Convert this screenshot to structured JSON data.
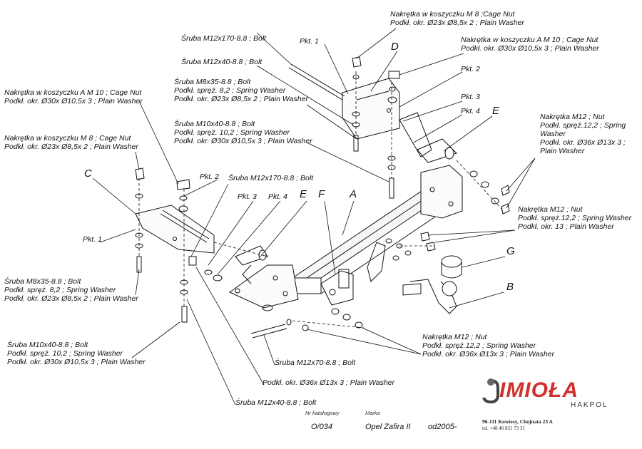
{
  "labels": {
    "cage_nut_m8_top": [
      "Nakrętka  w koszyczku M 8 ;Cage Nut",
      "Podkł. okr.  Ø23x Ø8,5x 2 ; Plain Washer"
    ],
    "cage_nut_m10_right": [
      "Nakrętka  w koszyczku A M 10 ; Cage Nut",
      "Podkł. okr.  Ø30x Ø10,5x 3 ; Plain Washer"
    ],
    "bolt_m12x170_top": [
      "Śruba M12x170-8.8 ;  Bolt"
    ],
    "bolt_m12x40_top": [
      "Śruba M12x40-8.8 ;  Bolt"
    ],
    "bolt_m8x35_top": [
      "Śruba M8x35-8.8 ;  Bolt",
      "Podkł. spręż. 8,2 ; Spring Washer",
      "Podkł. okr.  Ø23x Ø8,5x 2 ; Plain Washer"
    ],
    "bolt_m10x40_top": [
      "Śruba M10x40-8.8 ;  Bolt",
      "Podkł. spręż. 10,2 ; Spring Washer",
      "Podkł. okr.  Ø30x Ø10,5x 3 ; Plain Washer"
    ],
    "cage_nut_m10_left": [
      "Nakrętka  w koszyczku A M 10 ; Cage Nut",
      "Podkł. okr.  Ø30x Ø10,5x 3 ; Plain Washer"
    ],
    "cage_nut_m8_left": [
      "Nakrętka  w koszyczku M 8 ; Cage Nut",
      "Podkł. okr.  Ø23x Ø8,5x 2 ; Plain Washer"
    ],
    "nut_m12_right_top": [
      "Nakrętka  M12 ; Nut",
      "Podkł. spręż.12,2 ; Spring",
      "Washer",
      "Podkł. okr.  Ø36x Ø13x 3 ;",
      "Plain Washer"
    ],
    "nut_m12_right_mid": [
      "Nakrętka  M12 ; Nut",
      "Podkł. spręż.12,2 ; Spring Washer",
      "Podkł. okr. 13 ; Plain Washer"
    ],
    "bolt_m8x35_left": [
      "Śruba M8x35-8.8 ;  Bolt",
      "Podkł. spręż. 8,2 ; Spring Washer",
      "Podkł. okr.  Ø23x Ø8,5x 2 ; Plain Washer"
    ],
    "bolt_m10x40_left": [
      "Śruba M10x40-8.8 ;  Bolt",
      "Podkł. spręż. 10,2 ; Spring Washer",
      "Podkł. okr.  Ø30x Ø10,5x 3 ; Plain Washer"
    ],
    "nut_m12_bottom": [
      "Nakrętka  M12 ; Nut",
      "Podkł. spręż.12,2 ; Spring Washer",
      "Podkł. okr.  Ø36x Ø13x 3 ; Plain Washer"
    ],
    "bolt_m12x70": [
      "Śruba M12x70-8.8 ;  Bolt"
    ],
    "washer_36": [
      "Podkł. okr.  Ø36x Ø13x 3 ; Plain Washer"
    ],
    "bolt_m12x40_bottom": [
      "Śruba M12x40-8.8 ;  Bolt"
    ],
    "bolt_m12x170_left": [
      "Śruba M12x170-8.8 ;  Bolt"
    ]
  },
  "pkt": {
    "pkt1_top": "Pkt. 1",
    "pkt2_top": "Pkt. 2",
    "pkt3_top": "Pkt. 3",
    "pkt4_top": "Pkt. 4",
    "pkt1_left": "Pkt. 1",
    "pkt2_left": "Pkt. 2",
    "pkt3_left": "Pkt. 3",
    "pkt4_left": "Pkt. 4"
  },
  "letters": {
    "A": "A",
    "B": "B",
    "C": "C",
    "D": "D",
    "E_top": "E",
    "E_left": "E",
    "F": "F",
    "G": "G"
  },
  "footer": {
    "catalog_header": "Nr katalogowy",
    "brand_header": "Marka",
    "catalog_no": "O/034",
    "model": "Opel Zafira II",
    "years": "od2005-",
    "logo": "IMIOŁA",
    "logo_sub": "HAKPOL",
    "address": "96-111 Kowiesy, Chojnata 23 A",
    "phone": "tel. +48 46 831 73 31"
  },
  "colors": {
    "logo": "#d0312d",
    "line": "#111111"
  }
}
